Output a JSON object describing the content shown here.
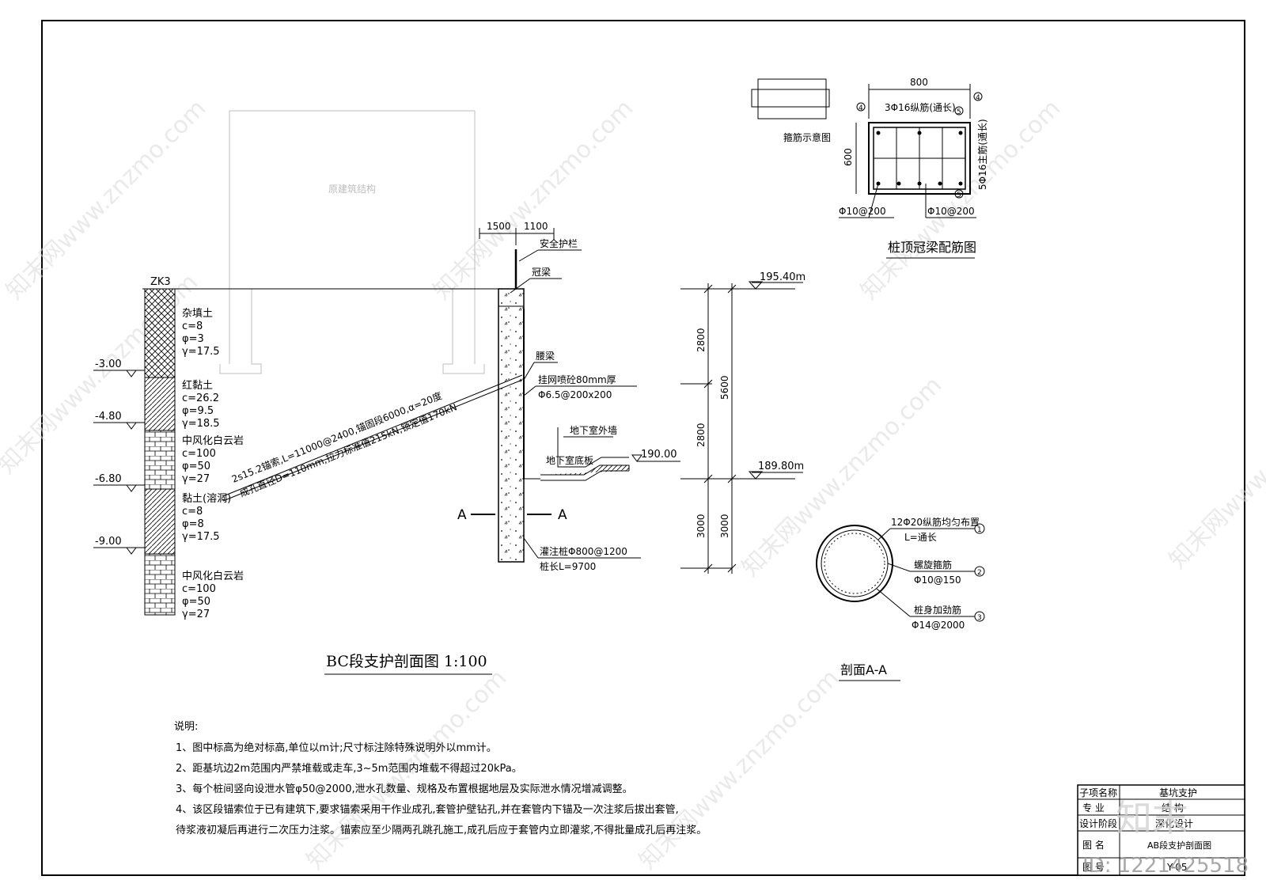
{
  "drawing": {
    "main_title": "BC段支护剖面图 1:100",
    "existing_building": "原建筑结构",
    "borehole": "ZK3",
    "layers": [
      {
        "depth": "",
        "name": "杂填土",
        "c": "c=8",
        "phi": "φ=3",
        "gamma": "γ=17.5"
      },
      {
        "depth": "-3.00",
        "name": "红黏土",
        "c": "c=26.2",
        "phi": "φ=9.5",
        "gamma": "γ=18.5"
      },
      {
        "depth": "-4.80",
        "name": "中风化白云岩",
        "c": "c=100",
        "phi": "φ=50",
        "gamma": "γ=27"
      },
      {
        "depth": "-6.80",
        "name": "黏土(溶洞)",
        "c": "c=8",
        "phi": "φ=8",
        "gamma": "γ=17.5"
      },
      {
        "depth": "-9.00",
        "name": "中风化白云岩",
        "c": "c=100",
        "phi": "φ=50",
        "gamma": "γ=27"
      }
    ],
    "anchor_line1": "2s15.2锚索,L=11000@2400,锚固段6000,α=20度",
    "anchor_line2": "成孔直径D=110mm,拉力标准值215kN,锁定值170kN",
    "dim_top_left": "1500",
    "dim_top_right": "1100",
    "guardrail": "安全护栏",
    "crown_beam": "冠梁",
    "waist_beam": "腰梁",
    "shotcrete": "挂网喷砼80mm厚",
    "mesh": "Φ6.5@200x200",
    "basement_wall": "地下室外墙",
    "basement_slab": "地下室底板",
    "pile_spec": "灌注桩Φ800@1200",
    "pile_length": "桩长L=9700",
    "section_mark": "A",
    "elev_top": "195.40m",
    "elev_slab": "190.00",
    "elev_bottom": "189.80m",
    "dim_2800a": "2800",
    "dim_2800b": "2800",
    "dim_5600": "5600",
    "dim_3000a": "3000",
    "dim_3000b": "3000"
  },
  "crown_detail": {
    "stirrup_label": "箍筋示意图",
    "title": "桩顶冠梁配筋图",
    "width": "800",
    "height": "600",
    "top_bars": "3Φ16纵筋(通长)",
    "main_bars": "5Φ16主筋(通长)",
    "stirrup_left": "Φ10@200",
    "stirrup_right": "Φ10@200",
    "mark4": "4",
    "mark5": "5"
  },
  "section_aa": {
    "title": "剖面A-A",
    "bar1": "12Φ20纵筋均匀布置",
    "bar1_len": "L=通长",
    "bar2": "螺旋箍筋",
    "bar2_spec": "Φ10@150",
    "bar3": "桩身加劲筋",
    "bar3_spec": "Φ14@2000",
    "m1": "1",
    "m2": "2",
    "m3": "3"
  },
  "notes": {
    "heading": "说明:",
    "items": [
      "1、图中标高为绝对标高,单位以m计;尺寸标注除特殊说明外以mm计。",
      "2、距基坑边2m范围内严禁堆载或走车,3~5m范围内堆载不得超过20kPa。",
      "3、每个桩间竖向设泄水管φ50@2000,泄水孔数量、规格及布置根据地层及实际泄水情况增减调整。",
      "4、该区段锚索位于已有建筑下,要求锚索采用干作业成孔,套管护壁钻孔,并在套管内下锚及一次注浆后拔出套管,",
      "待浆液初凝后再进行二次压力注浆。锚索应至少隔两孔跳孔施工,成孔后应于套管内立即灌浆,不得批量成孔后再注浆。"
    ]
  },
  "title_block": {
    "r1_label": "子项名称",
    "r1_value": "基坑支护",
    "r2_label": "专  业",
    "r2_value": "结  构",
    "r3_label": "设计阶段",
    "r3_value": "深化设计",
    "r4_label": "图  名",
    "r4_value": "AB段支护剖面图",
    "r5_label": "图  号",
    "r5_value": "Y-05"
  },
  "watermark": {
    "site": "知末网www.znzmo.com",
    "logo": "知末",
    "id": "ID: 1221425518"
  }
}
